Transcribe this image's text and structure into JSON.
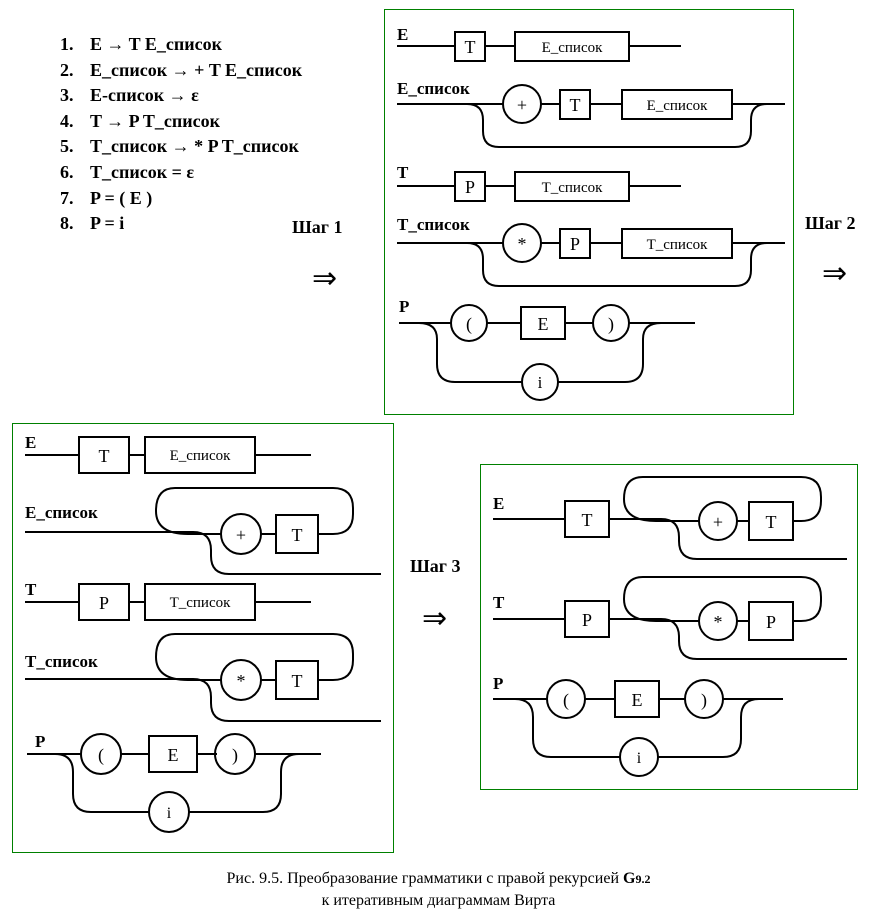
{
  "rules": [
    {
      "num": "1.",
      "text": "E → T E_список"
    },
    {
      "num": "2.",
      "text": "E_список → + T E_список"
    },
    {
      "num": "3.",
      "text": "E-список → ε"
    },
    {
      "num": "4.",
      "text": "T → P T_список"
    },
    {
      "num": "5.",
      "text": "T_список → * P T_список"
    },
    {
      "num": "6.",
      "text": "T_список = ε"
    },
    {
      "num": "7.",
      "text": "P = ( E )"
    },
    {
      "num": "8.",
      "text": "P = i"
    }
  ],
  "steps": {
    "step1": "Шаг 1",
    "step2": "Шаг 2",
    "step3": "Шаг 3"
  },
  "arrow": "⇒",
  "symbols": {
    "E": "E",
    "T": "T",
    "P": "P",
    "E_list": "E_список",
    "T_list": "T_список",
    "plus": "+",
    "star": "*",
    "lpar": "(",
    "rpar": ")",
    "i": "i"
  },
  "caption": {
    "line1_prefix": "Рис. 9.5. Преобразование грамматики с правой рекурсией ",
    "grammar": "G",
    "grammar_sub": "9.2",
    "line2": "к итеративным диаграммам Вирта"
  },
  "colors": {
    "panel_border": "#008000",
    "ink": "#000000"
  }
}
